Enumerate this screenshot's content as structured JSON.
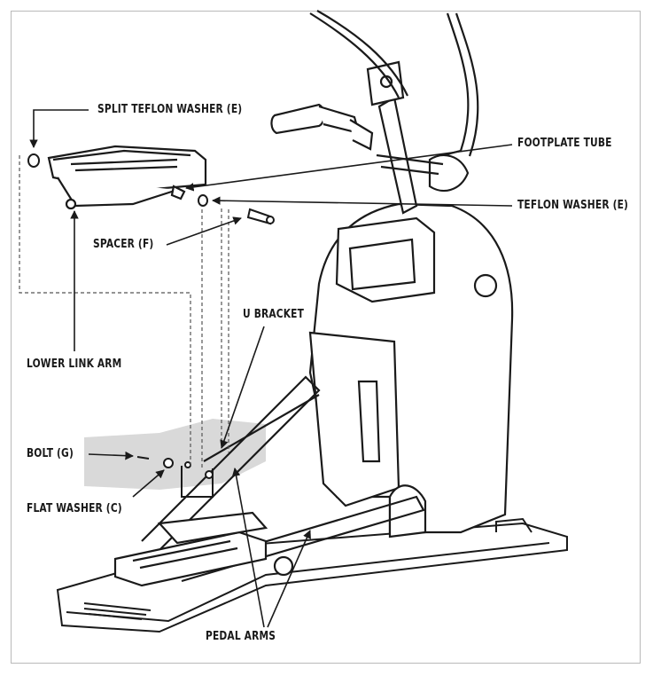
{
  "labels": {
    "split_teflon_washer": "SPLIT TEFLON WASHER (E)",
    "footplate_tube": "FOOTPLATE TUBE",
    "teflon_washer": "TEFLON WASHER (E)",
    "spacer": "SPACER (F)",
    "u_bracket": "U BRACKET",
    "lower_link_arm": "LOWER LINK ARM",
    "bolt": "BOLT (G)",
    "flat_washer": "FLAT WASHER (C)",
    "pedal_arms": "PEDAL ARMS"
  },
  "colors": {
    "line": "#1a1a1a",
    "shade": "#d9d9d9",
    "frame": "#b9b9b9"
  }
}
